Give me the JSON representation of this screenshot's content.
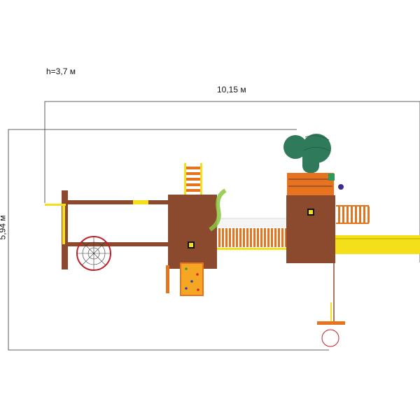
{
  "dimensions": {
    "height_label": "h=3,7 м",
    "width_label": "10,15 м",
    "depth_label": "5,94 м"
  },
  "colors": {
    "wood": "#8b4a2e",
    "orange": "#e8731e",
    "yellow": "#f3e01a",
    "green_tube": "#2f7a5a",
    "net_red": "#c0202a",
    "logo_green": "#8cc63f"
  }
}
